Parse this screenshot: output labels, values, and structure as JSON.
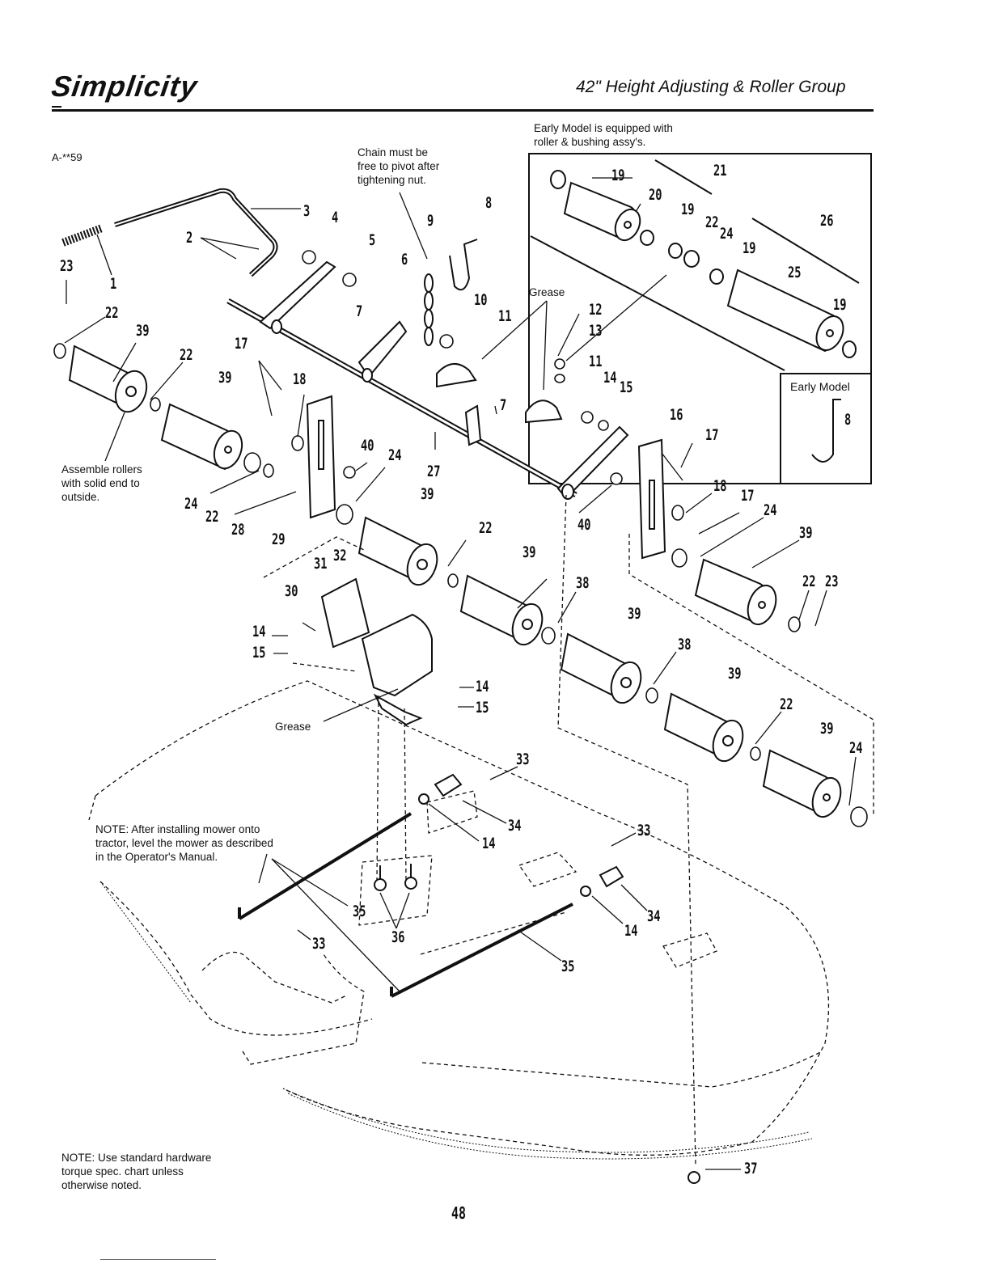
{
  "header": {
    "brand": "Simplicity",
    "title": "42\" Height Adjusting & Roller Group",
    "doc_code": "A-**59"
  },
  "notes": {
    "chain": "Chain must be\nfree to pivot after\ntightening nut.",
    "early_model": "Early Model is equipped with\nroller & bushing assy's.",
    "grease_top": "Grease",
    "grease_bottom": "Grease",
    "assemble": "Assemble rollers\nwith solid end to\noutside.",
    "level": "NOTE: After installing mower onto\ntractor, level the mower as described\nin the Operator's Manual.",
    "torque": "NOTE: Use standard hardware\ntorque spec. chart unless\notherwise noted.",
    "early_model_inset": "Early Model"
  },
  "callouts": [
    "1",
    "2",
    "3",
    "4",
    "5",
    "6",
    "7",
    "8",
    "9",
    "10",
    "11",
    "12",
    "13",
    "11",
    "14",
    "15",
    "16",
    "17",
    "18",
    "17",
    "24",
    "39",
    "22",
    "23",
    "23",
    "22",
    "39",
    "22",
    "39",
    "17",
    "18",
    "40",
    "24",
    "27",
    "24",
    "22",
    "28",
    "39",
    "22",
    "39",
    "38",
    "39",
    "38",
    "39",
    "22",
    "39",
    "24",
    "29",
    "31",
    "32",
    "30",
    "14",
    "15",
    "14",
    "15",
    "33",
    "34",
    "14",
    "33",
    "34",
    "14",
    "35",
    "36",
    "33",
    "35",
    "37",
    "40",
    "7",
    "19",
    "20",
    "19",
    "21",
    "22",
    "24",
    "26",
    "19",
    "25",
    "19",
    "8"
  ],
  "page_number": "48"
}
